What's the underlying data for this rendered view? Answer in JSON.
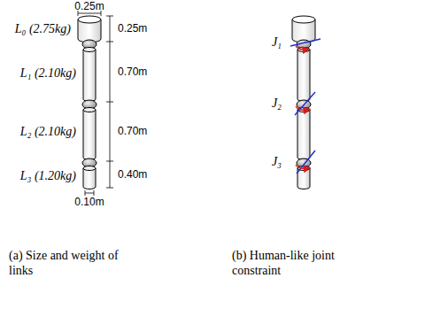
{
  "diagram": {
    "labels": [
      "0.25m",
      "L₀ (2.75kg)",
      "0.25m",
      "L₁ (2.10kg)",
      "0.70m",
      "L₂ (2.10kg)",
      "0.70m",
      "L₃ (1.20kg)",
      "0.40m",
      "0.10m",
      "J₁",
      "J₂",
      "J₃",
      "(a) Size and weight of links",
      "(b) Human-like joint constraint"
    ]
  }
}
